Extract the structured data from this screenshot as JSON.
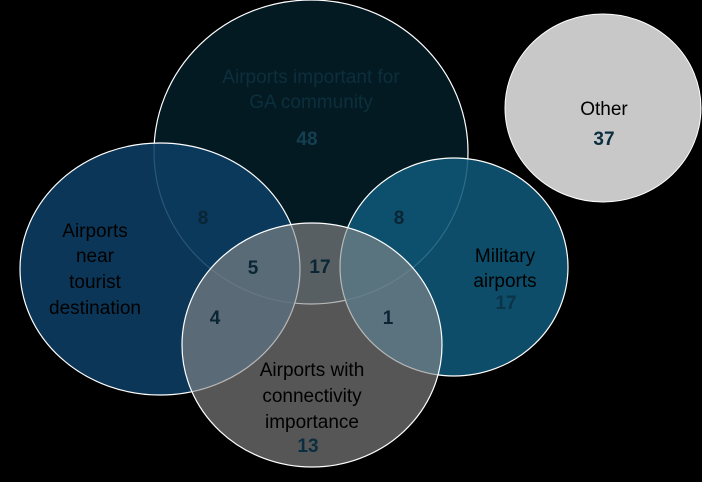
{
  "sets": {
    "ga": {
      "label_line1": "Airports important for",
      "label_line2": "GA community",
      "count": "48",
      "color": "#041a22"
    },
    "tourist": {
      "label_line1": "Airports",
      "label_line2": "near",
      "label_line3": "tourist",
      "label_line4": "destination",
      "color": "#0d3d63"
    },
    "military": {
      "label_line1": "Military",
      "label_line2": "airports",
      "count": "17",
      "color": "#0f5878"
    },
    "connectivity": {
      "label_line1": "Airports with",
      "label_line2": "connectivity",
      "label_line3": "importance",
      "count": "13",
      "color": "#616161"
    },
    "other": {
      "label": "Other",
      "count": "37",
      "color": "#c8c8c8"
    }
  },
  "intersections": {
    "ga_tourist": "8",
    "ga_military": "8",
    "ga_tourist_connectivity": "5",
    "ga_connectivity": "17",
    "tourist_connectivity": "4",
    "military_connectivity": "1"
  }
}
